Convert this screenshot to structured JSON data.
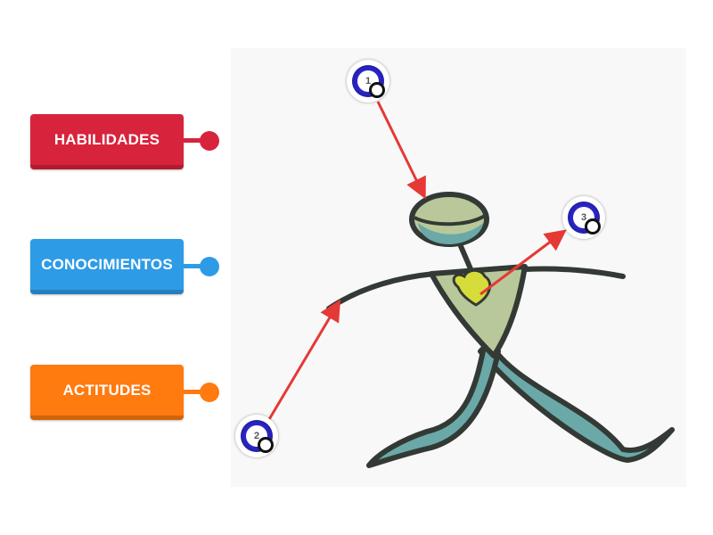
{
  "labels": [
    {
      "text": "HABILIDADES",
      "color": "#d8233c"
    },
    {
      "text": "CONOCIMIENTOS",
      "color": "#2e9be6"
    },
    {
      "text": "ACTITUDES",
      "color": "#ff7a0f"
    }
  ],
  "hotspots": [
    {
      "number": "1"
    },
    {
      "number": "2"
    },
    {
      "number": "3"
    }
  ],
  "colors": {
    "arrow": "#e53935",
    "hotspot_ring": "#2a25c6",
    "figure_outline": "#333a35",
    "figure_fill_green": "#b9c89a",
    "figure_fill_teal": "#6aa9a8",
    "heart": "#d6dc3a"
  }
}
